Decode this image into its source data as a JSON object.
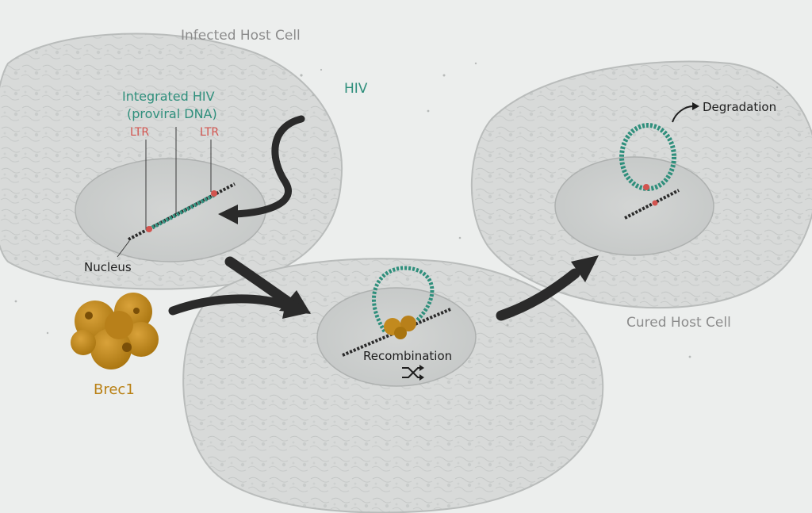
{
  "labels": {
    "infected_cell": "Infected Host Cell",
    "hiv": "HIV",
    "integrated_line1": "Integrated HIV",
    "integrated_line2": "(proviral DNA)",
    "ltr_left": "LTR",
    "ltr_right": "LTR",
    "nucleus": "Nucleus",
    "brec1": "Brec1",
    "recombination": "Recombination",
    "degradation": "Degradation",
    "cured_cell": "Cured Host Cell"
  },
  "colors": {
    "background": "#eceeed",
    "cell_fill": "#d7d9d8",
    "cell_edge": "#b9bcbb",
    "nucleus_fill": "#cfd1d0",
    "host_dna": "#2b2b2b",
    "viral_dna": "#2f8f7c",
    "ltr": "#d2544f",
    "brec1": "#c28a1e",
    "arrow": "#2a2a2a",
    "cell_label": "#8c8c8c",
    "dark_label": "#1e1e1e"
  },
  "icons": {
    "recombination": "shuffle-icon",
    "degradation": "curved-arrow-icon"
  }
}
